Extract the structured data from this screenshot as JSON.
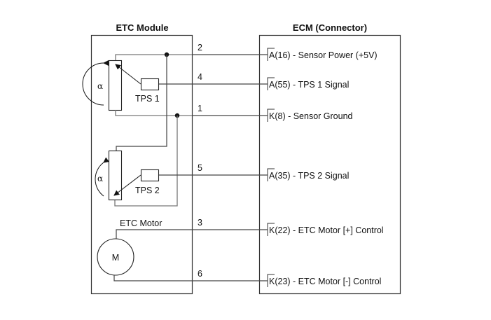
{
  "etc_module": {
    "title": "ETC Module",
    "tps1_label": "TPS 1",
    "tps2_label": "TPS 2",
    "angle_symbol": "α",
    "motor_title": "ETC Motor",
    "motor_symbol": "M"
  },
  "ecm": {
    "title": "ECM (Connector)",
    "terminals": [
      {
        "pin": "2",
        "label": "A(16) - Sensor Power (+5V)"
      },
      {
        "pin": "4",
        "label": "A(55) - TPS 1 Signal"
      },
      {
        "pin": "1",
        "label": "K(8) - Sensor Ground"
      },
      {
        "pin": "5",
        "label": "A(35) - TPS 2 Signal"
      },
      {
        "pin": "3",
        "label": "K(22) - ETC Motor [+] Control"
      },
      {
        "pin": "6",
        "label": "K(23) - ETC Motor [-] Control"
      }
    ]
  }
}
